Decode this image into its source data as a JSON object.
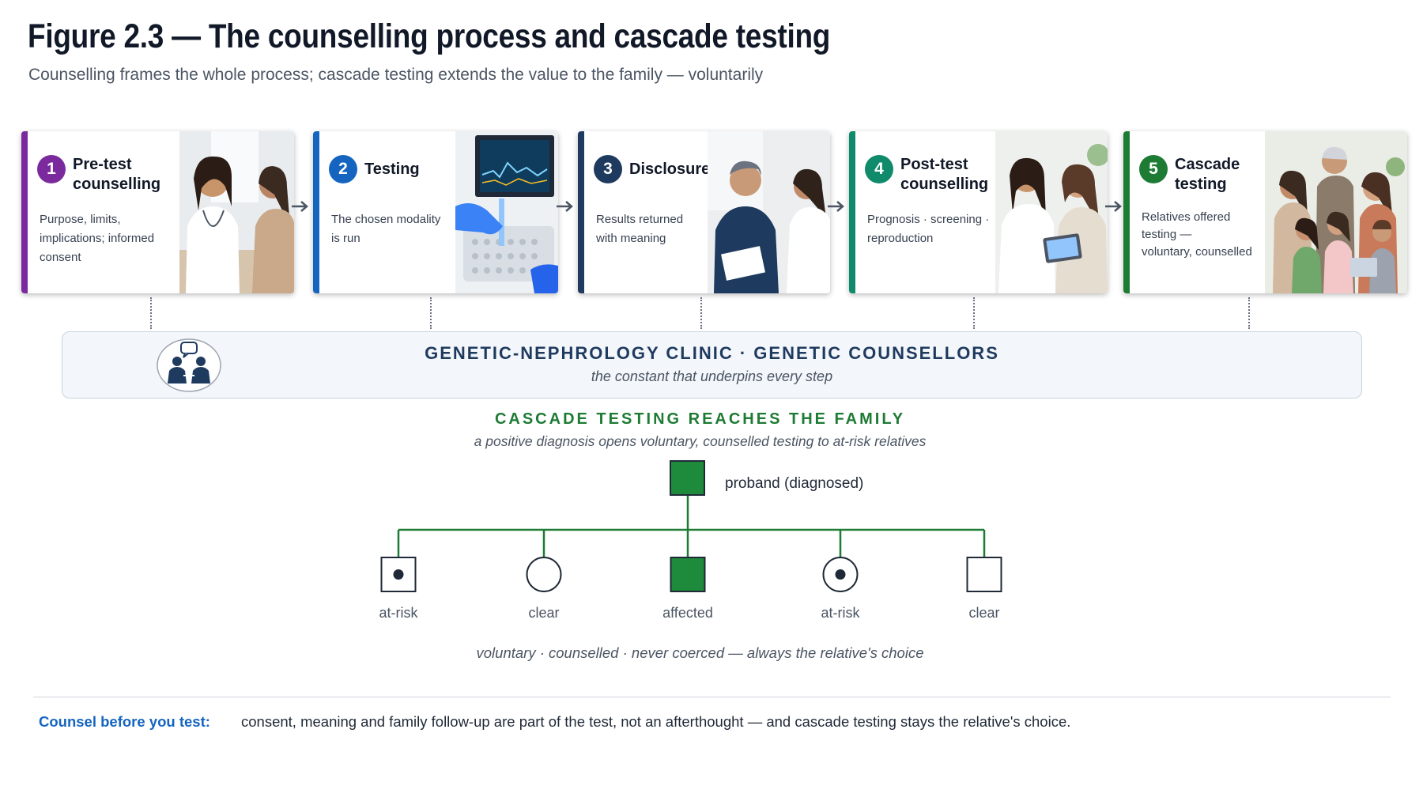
{
  "header": {
    "title": "Figure 2.3 — The counselling process and cascade testing",
    "subtitle": "Counselling frames the whole process; cascade testing extends the value to the family — voluntarily"
  },
  "steps": [
    {
      "number": "1",
      "title": "Pre-test counselling",
      "description": "Purpose, limits,\nimplications; informed\nconsent",
      "color": "#7b2a9e"
    },
    {
      "number": "2",
      "title": "Testing",
      "description": "The chosen modality\nis run",
      "color": "#1565c0"
    },
    {
      "number": "3",
      "title": "Disclosure",
      "description": "Results returned\nwith meaning",
      "color": "#1f3a5f"
    },
    {
      "number": "4",
      "title": "Post-test counselling",
      "description": "Prognosis · screening ·\nreproduction",
      "color": "#0f8a6a"
    },
    {
      "number": "5",
      "title": "Cascade testing",
      "description": "Relatives offered\ntesting —\nvoluntary, counselled",
      "color": "#1e7b34"
    }
  ],
  "clinic": {
    "title": "GENETIC-NEPHROLOGY CLINIC · GENETIC COUNSELLORS",
    "subtitle": "the constant that underpins every step",
    "icon": "counsellor-pair-icon"
  },
  "cascade": {
    "title": "CASCADE TESTING REACHES THE FAMILY",
    "subtitle": "a positive diagnosis opens voluntary, counselled testing to at-risk relatives",
    "proband_label": "proband (diagnosed)",
    "relatives": [
      {
        "label": "at-risk",
        "shape": "square",
        "status": "carrier"
      },
      {
        "label": "clear",
        "shape": "circle",
        "status": "clear"
      },
      {
        "label": "affected",
        "shape": "square",
        "status": "affected"
      },
      {
        "label": "at-risk",
        "shape": "circle",
        "status": "carrier"
      },
      {
        "label": "clear",
        "shape": "square",
        "status": "clear"
      }
    ],
    "motto": "voluntary · counselled · never coerced — always the relative's choice",
    "affected_color": "#1e8a3c",
    "line_color": "#1e7b34"
  },
  "footer": {
    "label": "Counsel before you test:",
    "text": "consent, meaning and family follow-up are part of the test, not an afterthought — and cascade testing stays the relative's choice."
  }
}
